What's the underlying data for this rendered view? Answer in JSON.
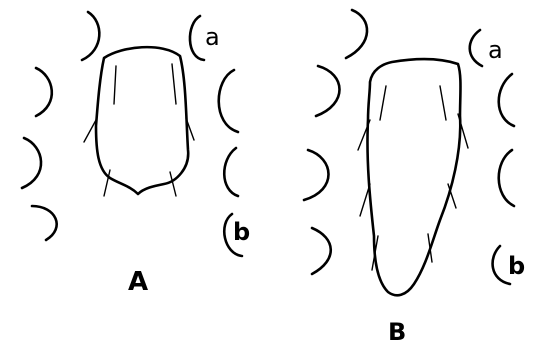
{
  "figure": {
    "panel_a": {
      "label": "A",
      "corner_labels": [
        "a",
        "b"
      ]
    },
    "panel_b": {
      "label": "B",
      "corner_labels": [
        "a",
        "b"
      ]
    }
  }
}
